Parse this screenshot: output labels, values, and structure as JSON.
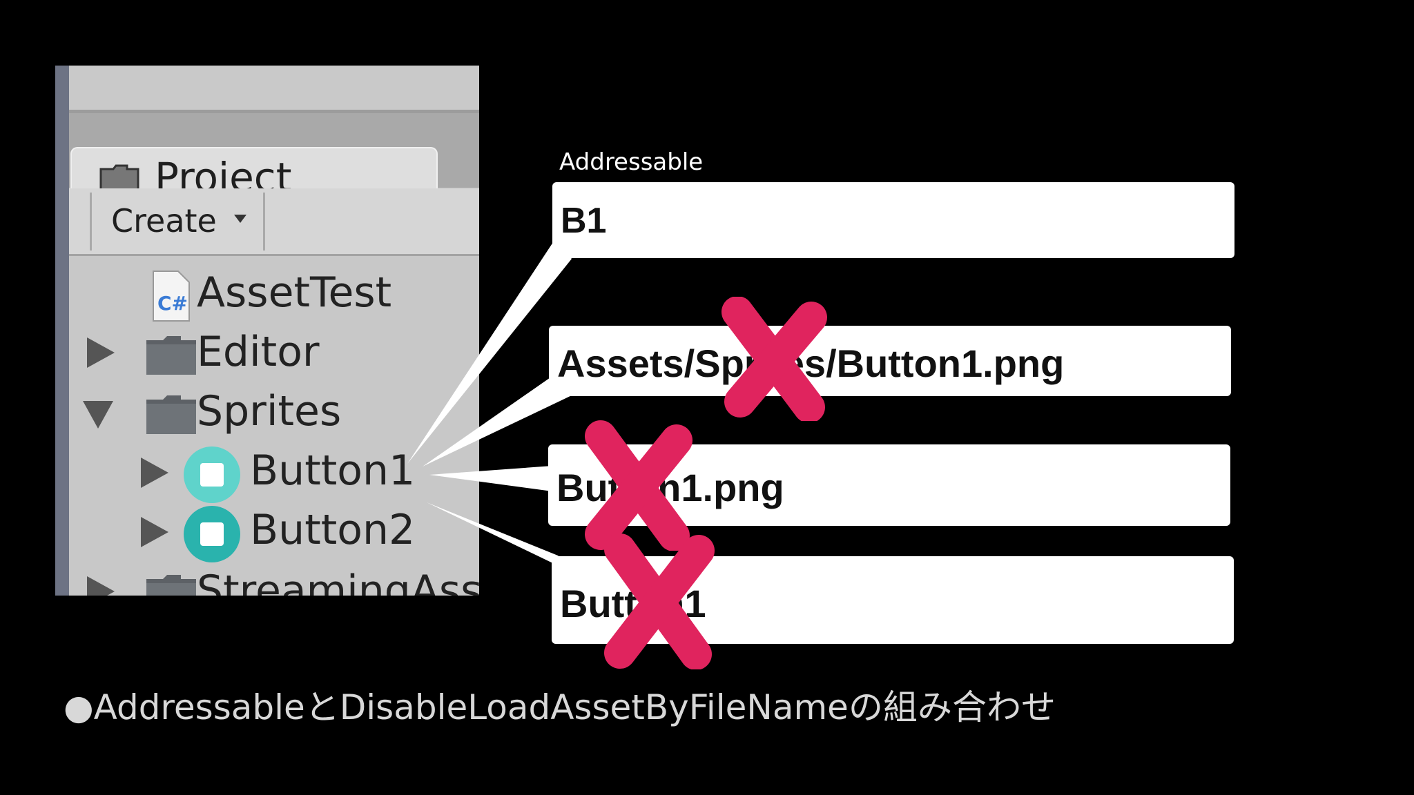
{
  "project_panel": {
    "tab_label": "Project",
    "create_label": "Create",
    "tree": [
      {
        "label": "AssetTest",
        "icon": "csharp-script-icon"
      },
      {
        "label": "Editor",
        "icon": "folder-icon"
      },
      {
        "label": "Sprites",
        "icon": "folder-icon"
      },
      {
        "label": "Button1",
        "icon": "sprite-icon"
      },
      {
        "label": "Button2",
        "icon": "sprite-icon"
      },
      {
        "label": "StreamingAssets",
        "icon": "folder-icon"
      }
    ]
  },
  "caption": "Addressable",
  "name_boxes": [
    {
      "text": "B1",
      "rejected": false
    },
    {
      "text": "Assets/Sprites/Button1.png",
      "rejected": true
    },
    {
      "text": "Button1.png",
      "rejected": true
    },
    {
      "text": "Button1",
      "rejected": true
    }
  ],
  "footer": "●AddressableとDisableLoadAssetByFileNameの組み合わせ",
  "colors": {
    "cross": "#e0245e",
    "background": "#000000",
    "accent": "#2ab3ad"
  }
}
